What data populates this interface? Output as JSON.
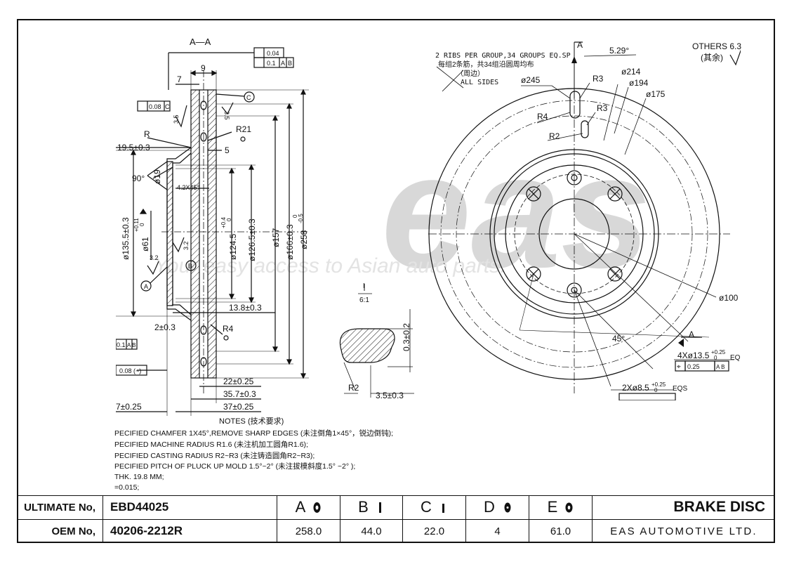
{
  "drawing": {
    "section_label": "A—A",
    "flatness": "0.04",
    "runout": "0.1",
    "runout_datums": [
      "A",
      "B"
    ],
    "parallel_tol": "0.08",
    "parallel_datum": "C",
    "datum_c": "C",
    "datum_a": "A",
    "datum_b": "B",
    "dim_9": "9",
    "dim_7": "7",
    "dim_35_a": "3.5",
    "dim_35_b": "3.5",
    "radius_r": "R",
    "radius_r21": "R21",
    "dim_5": "5",
    "dim_195": "19.5±0.3",
    "angle_90": "90°",
    "dim_phi19": "ø19",
    "chamfer": "4.2X45°",
    "dim_1355": "ø135.5±0.3",
    "dim_phi61": "ø61",
    "dim_phi61_tol": "+0.11",
    "dim_phi61_tol2": "0",
    "dim_32_a": "3.2",
    "dim_32_b": "3.2",
    "dim_1245": "ø124.5",
    "dim_1245_tol": "+0.4",
    "dim_1245_tol2": "0",
    "dim_1265": "ø126.5±0.3",
    "dim_157": "ø157",
    "dim_166": "ø166±0.3",
    "dim_258": "ø258",
    "dim_258_tol": "0",
    "dim_258_tol2": "-0.5",
    "dim_138": "13.8±0.3",
    "dim_2": "2±0.3",
    "radius_r4_left": "R4",
    "ab_left": "0.1",
    "ab_left_datums": "A B",
    "flat_left": "0.08 (~)",
    "dim_22": "22±0.25",
    "dim_357": "35.7±0.3",
    "dim_37": "37±0.25",
    "dim_7_left": "7±0.25",
    "detail_label": "I",
    "detail_scale": "6:1",
    "detail_03": "0.3±0.2",
    "detail_r2": "R2",
    "detail_35": "3.5±0.3",
    "ribs_note_en": "2 RIBS PER GROUP,34 GROUPS EQ.SP",
    "ribs_note_cn": "每组2条筋，共34组沿圆周均布",
    "ribs_note_cn2": "（周边）",
    "all_sides": "ALL SIDES",
    "section_a_top": "A",
    "section_a_right": "A",
    "angle_529": "5.29°",
    "dim_214": "ø214",
    "dim_194": "ø194",
    "dim_175": "ø175",
    "dim_245": "ø245",
    "radius_r3_a": "R3",
    "radius_r3_b": "R3",
    "radius_r4": "R4",
    "radius_r2": "R2",
    "dim_100": "ø100",
    "angle_45": "45°",
    "holes_4x": "4Xø13.5",
    "holes_4x_tol": "+0.25",
    "holes_4x_tol2": "0",
    "holes_4x_eq": "EQ",
    "holes_4x_pos": "0.25",
    "holes_4x_datums": "A B",
    "holes_2x": "2Xø8.5",
    "holes_2x_tol": "+0.25",
    "holes_2x_tol2": "0",
    "holes_2x_eq": "EQS",
    "others": "OTHERS 6.3",
    "others_cn": "(其余)",
    "watermark_logo": "eas",
    "watermark_text": "Your easy access to Asian auto parts.",
    "notes_title": "NOTES (技术要求)",
    "notes": [
      "PECIFIED CHAMFER 1X45°,REMOVE SHARP EDGES (未注倒角1×45°，锐边倒钝);",
      "PECIFIED MACHINE RADIUS R1.6 (未注机加工圆角R1.6);",
      "PECIFIED CASTING RADIUS R2~R3 (未注铸造圆角R2~R3);",
      "PECIFIED PITCH OF PLUCK UP MOLD 1.5°~2° (未注拔模斜度1.5° ~2° );",
      "THK. 19.8 MM;",
      "=0.015;"
    ]
  },
  "title_block": {
    "ultimate_label": "ULTIMATE No,",
    "ultimate_value": "EBD44025",
    "oem_label": "OEM No,",
    "oem_value": "40206-2212R",
    "dims": [
      {
        "letter": "A",
        "value": "258.0",
        "icon": "disc-outer-diameter-icon"
      },
      {
        "letter": "B",
        "value": "44.0",
        "icon": "disc-height-icon"
      },
      {
        "letter": "C",
        "value": "22.0",
        "icon": "disc-thickness-icon"
      },
      {
        "letter": "D",
        "value": "4",
        "icon": "bolt-holes-icon"
      },
      {
        "letter": "E",
        "value": "61.0",
        "icon": "center-bore-icon"
      }
    ],
    "part_name": "BRAKE DISC",
    "company": "EAS AUTOMOTIVE LTD."
  },
  "colors": {
    "line": "#111111",
    "watermark": "#d8d8d8",
    "watermark_text": "#e3e3e3"
  }
}
